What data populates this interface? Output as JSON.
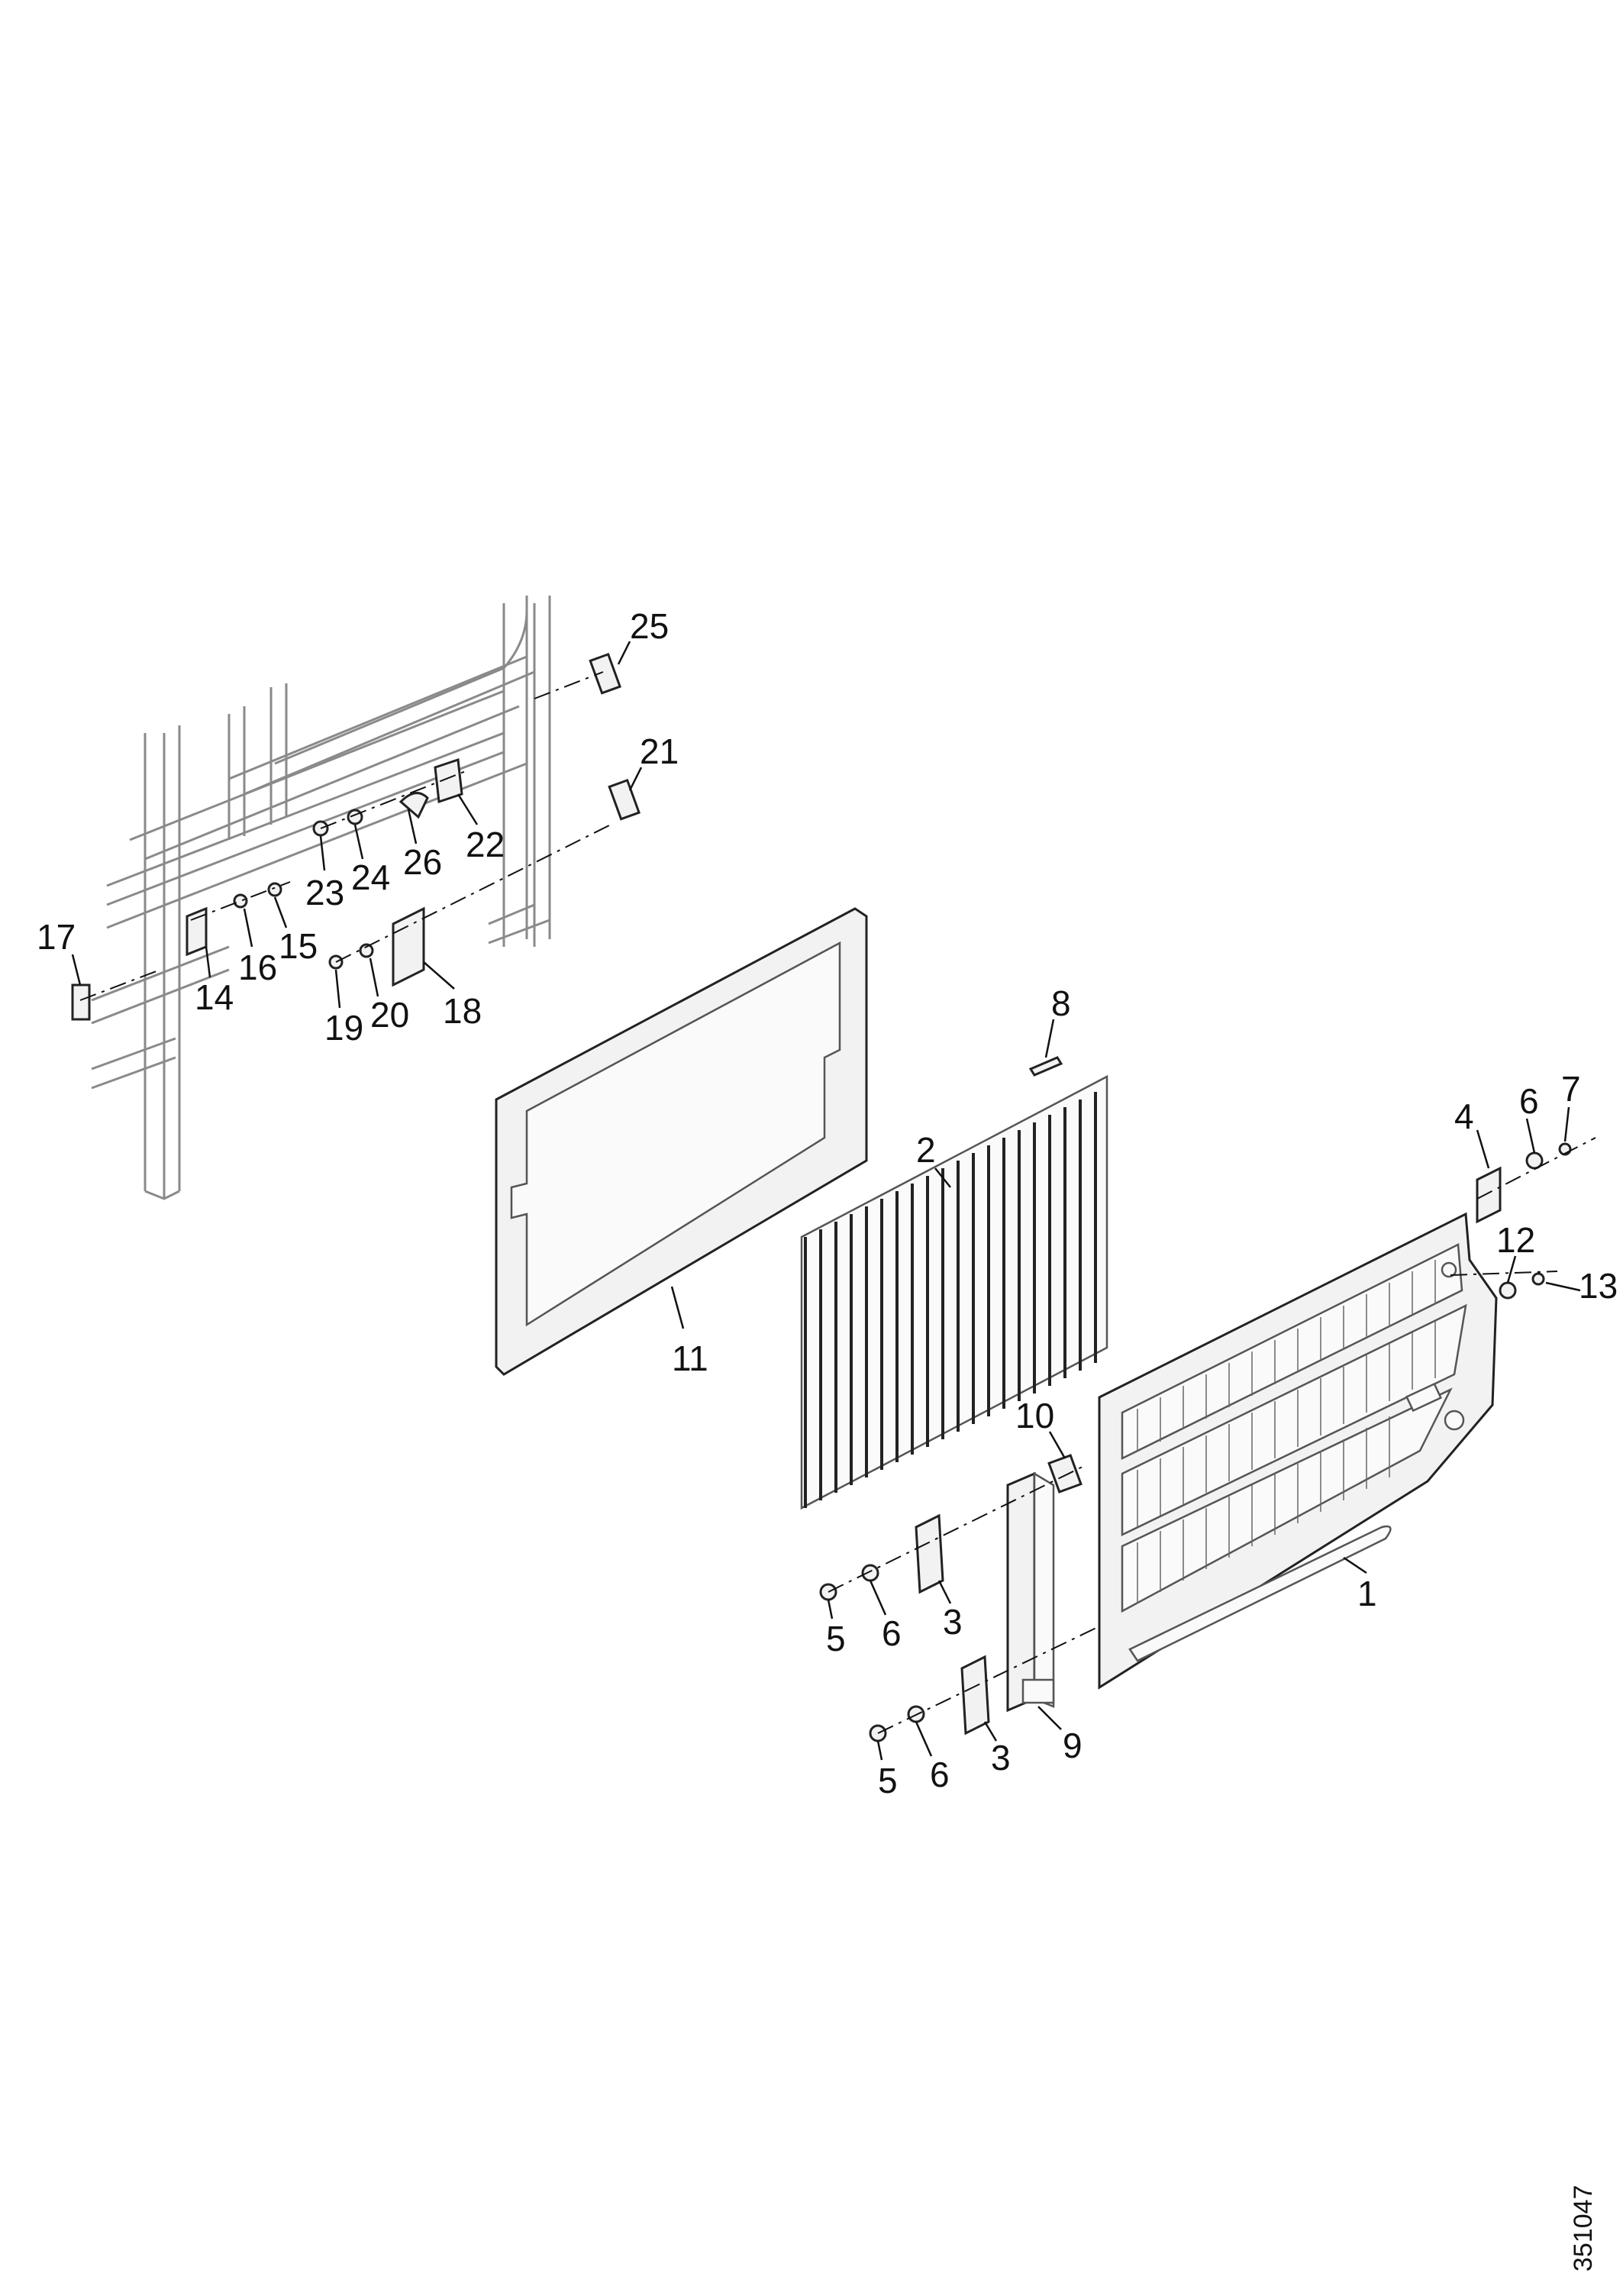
{
  "drawing_number": "351047",
  "callouts": [
    "1",
    "2",
    "3",
    "3",
    "4",
    "5",
    "5",
    "6",
    "6",
    "6",
    "7",
    "8",
    "9",
    "10",
    "11",
    "12",
    "13",
    "14",
    "15",
    "16",
    "17",
    "18",
    "19",
    "20",
    "21",
    "22",
    "23",
    "24",
    "25",
    "26"
  ]
}
